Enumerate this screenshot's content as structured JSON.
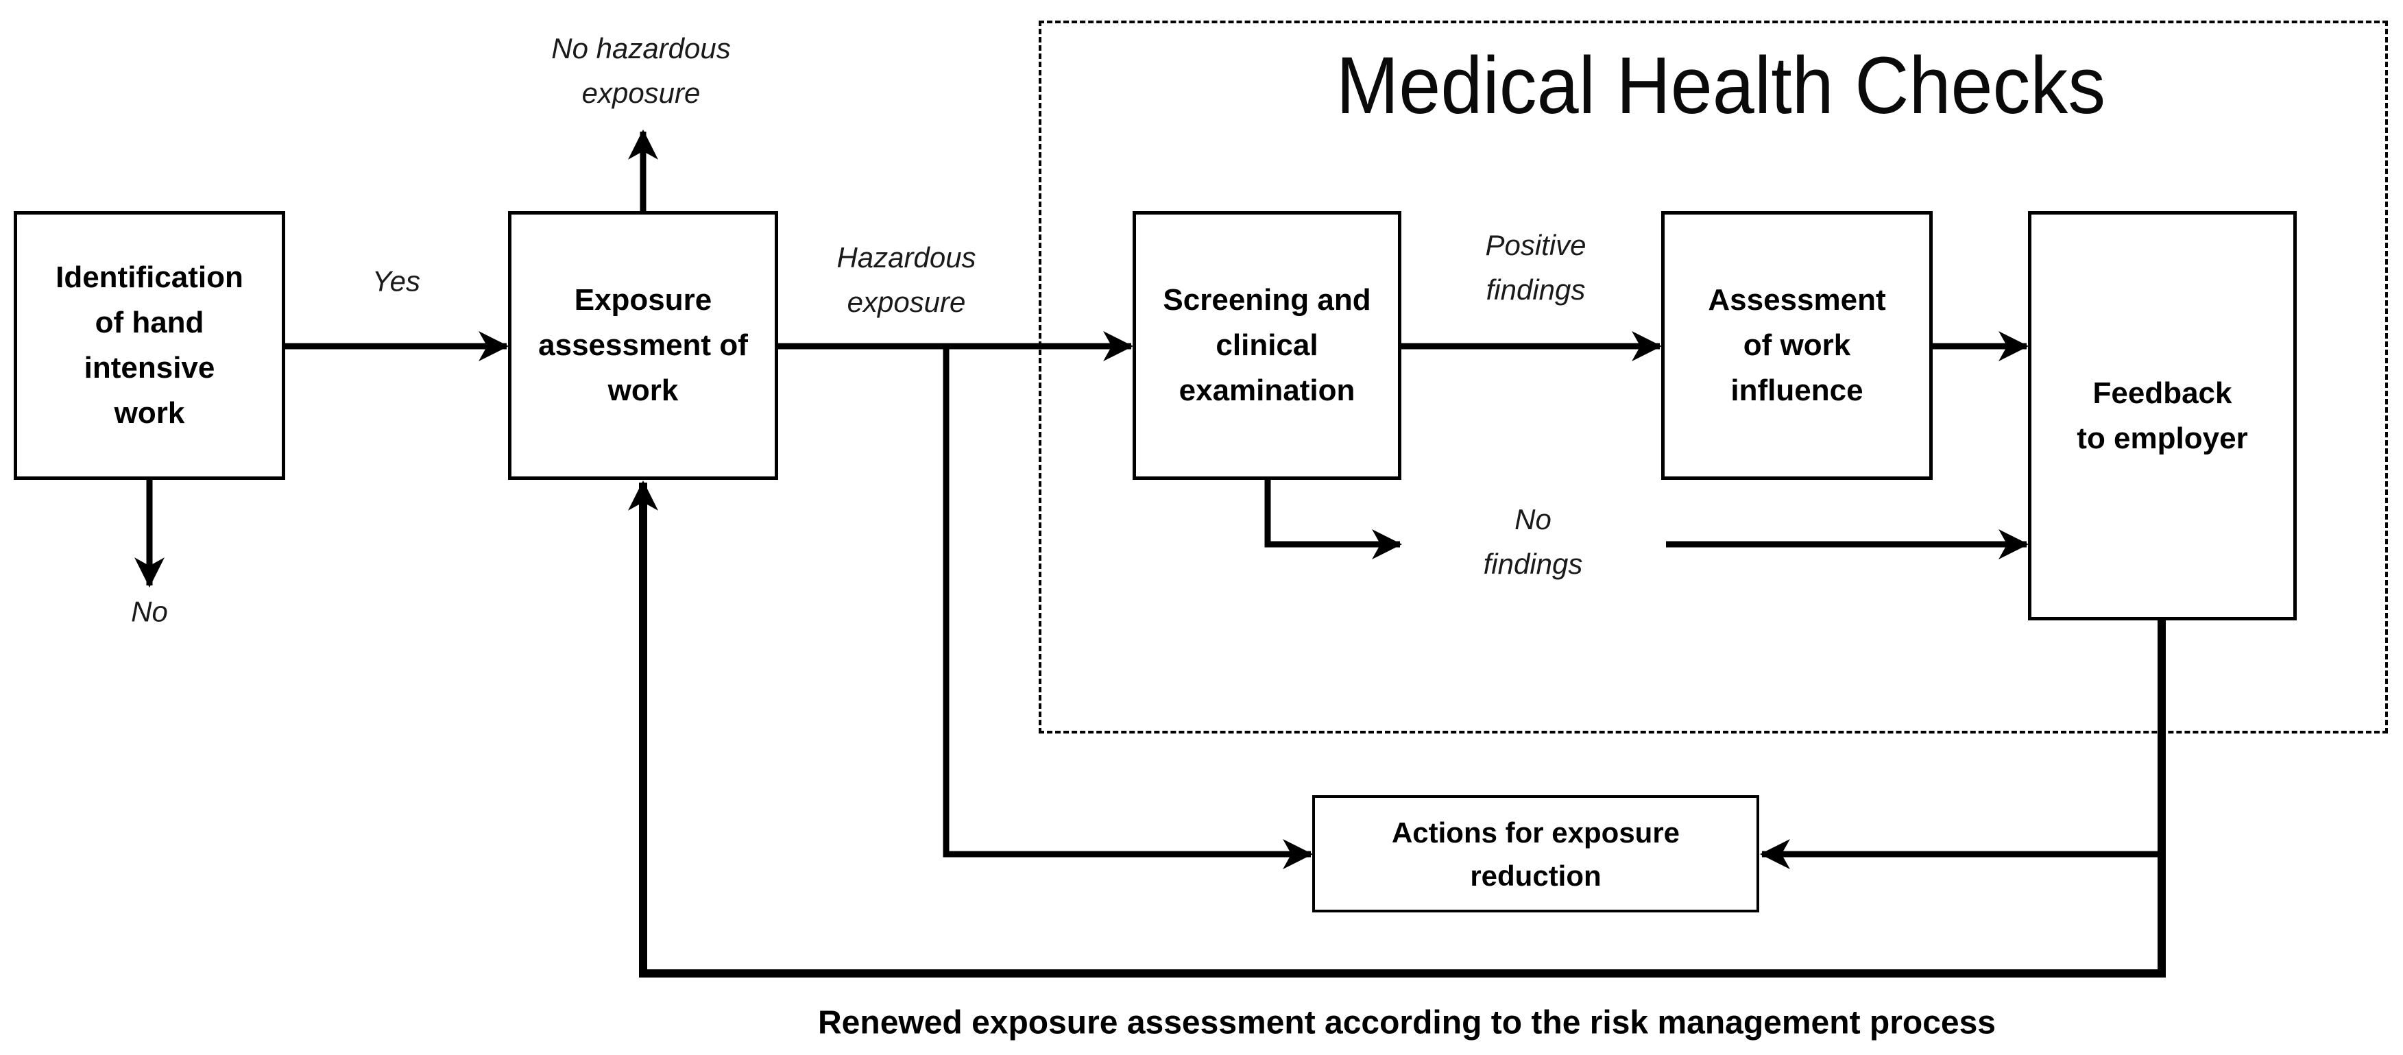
{
  "colors": {
    "line": "#000000",
    "background": "#ffffff",
    "text": "#000000"
  },
  "title": {
    "text": "Medical Health Checks"
  },
  "nodes": {
    "identification": {
      "lines": [
        "Identification",
        "of hand",
        "intensive",
        "work"
      ]
    },
    "exposure_assessment": {
      "lines": [
        "Exposure",
        "assessment of",
        "work"
      ]
    },
    "screening": {
      "lines": [
        "Screening and",
        "clinical",
        "examination"
      ]
    },
    "work_influence": {
      "lines": [
        "Assessment",
        "of work",
        "influence"
      ]
    },
    "feedback": {
      "lines": [
        "Feedback",
        "to employer"
      ]
    },
    "actions": {
      "lines": [
        "Actions for exposure",
        "reduction"
      ]
    }
  },
  "labels": {
    "yes": "Yes",
    "no": "No",
    "no_hazardous": {
      "lines": [
        "No hazardous",
        "exposure"
      ]
    },
    "hazardous": {
      "lines": [
        "Hazardous",
        "exposure"
      ]
    },
    "positive_findings": {
      "lines": [
        "Positive",
        "findings"
      ]
    },
    "no_findings": {
      "lines": [
        "No",
        "findings"
      ]
    }
  },
  "caption": "Renewed exposure assessment according to the risk management process"
}
